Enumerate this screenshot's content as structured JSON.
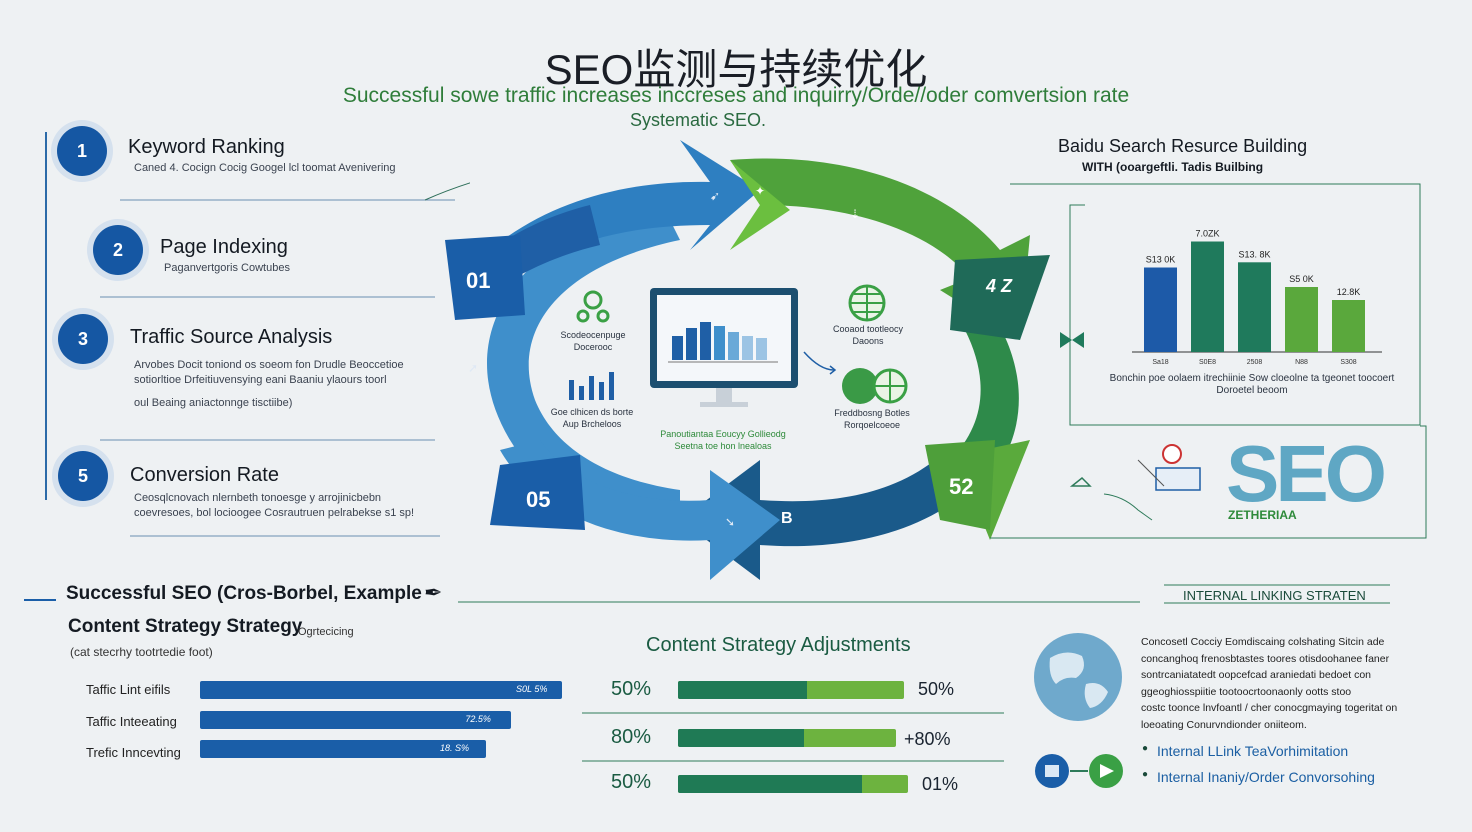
{
  "header": {
    "title": "SEO监测与持续优化",
    "subtitle": "Successful sowe traffic increases inccreses and inquirry/Orde//oder comvertsion rate",
    "subtitle2": "Systematic SEO."
  },
  "steps": [
    {
      "num": "1",
      "title": "Keyword Ranking",
      "desc": "Caned 4. Cocign Cocig Googel lcl toomat Avenivering"
    },
    {
      "num": "2",
      "title": "Page Indexing",
      "desc": "Paganvertgoris Cowtubes"
    },
    {
      "num": "3",
      "title": "Traffic Source Analysis",
      "desc": "Arvobes Docit toniond os soeom fon Drudle Beoccetioe\nsotiorltioe Drfeitiuvensying eani Baaniu ylaours toorl",
      "desc2": "oul Beaing aniactonnge tisctiibe)"
    },
    {
      "num": "5",
      "title": "Conversion Rate",
      "desc": "Ceosqlcnovach nlernbeth tonoesge y arrojinicbebn\ncoevresoes, bol locioogee Cosrautruen pelrabekse s1 sp!"
    }
  ],
  "loop": {
    "labels": [
      "01",
      "4 Z",
      "52",
      "05",
      "B"
    ],
    "center_items": [
      {
        "label": "Scodeocenpuge\nDocerooc"
      },
      {
        "label": "Goe clhicen ds borte\nAup Brcheloos"
      },
      {
        "label": "Cooaod tootleocy\nDaoons"
      },
      {
        "label": "Freddbosng Botles\nRorqoelcoeoe"
      }
    ],
    "center_caption": "Panoutiantaa Eoucyy Gollieodg\nSeetna toe hon lnealoas"
  },
  "right_panel": {
    "title": "Baidu Search Resurce Building",
    "subtitle": "WITH (ooargeftli. Tadis Builbing",
    "caption": "Bonchin poe oolaem itrechiinie Sow cloeolne ta tgeonet toocoert\nDoroetel beoom",
    "seo_text": "SEO",
    "seo_sub": "ZETHERIAA"
  },
  "chart_data": {
    "type": "bar",
    "categories": [
      "Sa18",
      "S0E8",
      "2508",
      "N88",
      "S308"
    ],
    "values": [
      13.0,
      17.0,
      13.8,
      10.0,
      8.0
    ],
    "value_labels": [
      "S13 0K",
      "7.0ZK",
      "S13. 8K",
      "S5 0K",
      "12.8K"
    ],
    "colors": [
      "#1d5aa8",
      "#1f7a5c",
      "#1f7a5c",
      "#5aa83c",
      "#5aa83c"
    ],
    "ylim": [
      0,
      20
    ],
    "grid": false
  },
  "example": {
    "heading": "Successful SEO (Cros-Borbel, Example",
    "sub_heading": "Content Strategy Strategy",
    "sub_heading_note": "Ogrtecicing",
    "note": "(cat stecrhy tootrtedie foot)",
    "bars": [
      {
        "label": "Taffic Lint eifils",
        "value": 100,
        "value_label": "S0L 5%"
      },
      {
        "label": "Taffic Inteeating",
        "value": 86,
        "value_label": "72.5%"
      },
      {
        "label": "Trefic Inncevting",
        "value": 79,
        "value_label": "18. S%"
      }
    ]
  },
  "content_strategy": {
    "title": "Content Strategy Adjustments",
    "rows": [
      {
        "left": "50%",
        "right": "50%",
        "fill": 0.57
      },
      {
        "left": "80%",
        "right": "+80%",
        "fill": 0.58
      },
      {
        "left": "50%",
        "right": "01%",
        "fill": 0.8
      }
    ]
  },
  "internal_linking": {
    "title": "INTERNAL LINKING STRATEN",
    "desc": "Concosetl Cocciy Eomdiscaing colshating Sitcin ade\nconcanghoq frenosbtastes toores otisdoohanee faner\nsontrcaniatatedt oopcefcad araniedati bedoet con\nggeoghiosspiitie tootoocrtoonaonly ootts stoo\ncostc toonce lnvfoantl / cher conocgmaying togeritat on\nloeoating Conurvndionder oniiteom.",
    "items": [
      "Internal LLink TeaVorhimitation",
      "Internal Inaniy/Order Convorsohing"
    ]
  }
}
